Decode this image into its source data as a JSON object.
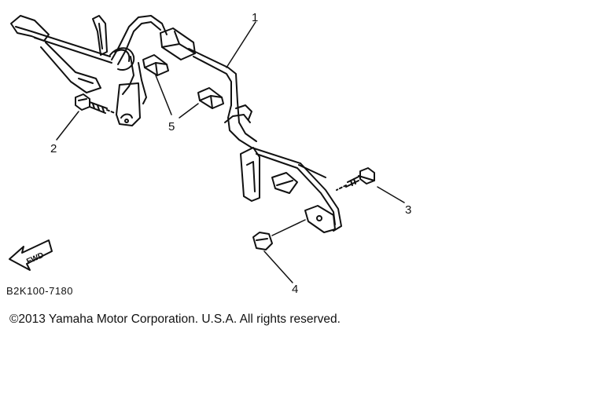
{
  "diagram": {
    "callouts": {
      "c1": "1",
      "c2": "2",
      "c3": "3",
      "c4": "4",
      "c5": "5"
    },
    "fwd_label": "FWD",
    "part_code": "B2K100-7180"
  },
  "footer": {
    "copyright": "©2013 Yamaha Motor Corporation. U.S.A. All rights reserved."
  },
  "colors": {
    "line": "#111111",
    "background": "#ffffff"
  }
}
